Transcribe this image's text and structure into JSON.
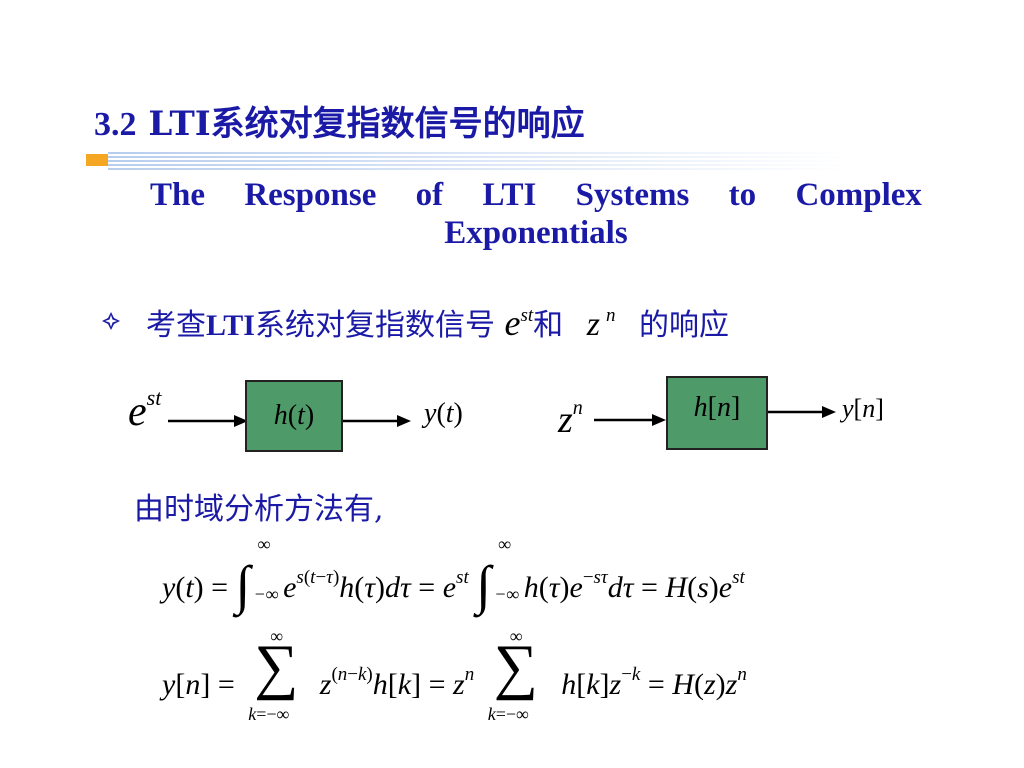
{
  "title": {
    "number": "3.2",
    "text": "LTI系统对复指数信号的响应"
  },
  "subtitle": {
    "line1": [
      "The",
      "Response",
      "of",
      "LTI",
      "Systems",
      "to",
      "Complex"
    ],
    "line2": "Exponentials"
  },
  "bullet": {
    "icon": "diamond-bullet-icon",
    "prefix": "考查",
    "lti": "LTI",
    "middle": "系统对复指数信号",
    "and": "和",
    "suffix": "的响应"
  },
  "diagram": {
    "continuous": {
      "input": "e^st",
      "block": "h(t)",
      "output": "y(t)"
    },
    "discrete": {
      "input": "z^n",
      "block": "h[n]",
      "output": "y[n]"
    },
    "block_color": "#4e9a68"
  },
  "section_text": "由时域分析方法有,",
  "equations": {
    "continuous": "y(t) = ∫_{-∞}^{∞} e^{s(t-τ)} h(τ)dτ = e^{st} ∫_{-∞}^{∞} h(τ)e^{-sτ} dτ = H(s)e^{st}",
    "discrete": "y[n] = Σ_{k=-∞}^{∞} z^{(n-k)} h[k] = z^n Σ_{k=-∞}^{∞} h[k]z^{-k} = H(z)z^n"
  },
  "colors": {
    "heading": "#1a1aa6",
    "accent_orange": "#f5a623",
    "stripe_blue": "#c9d8f0"
  }
}
